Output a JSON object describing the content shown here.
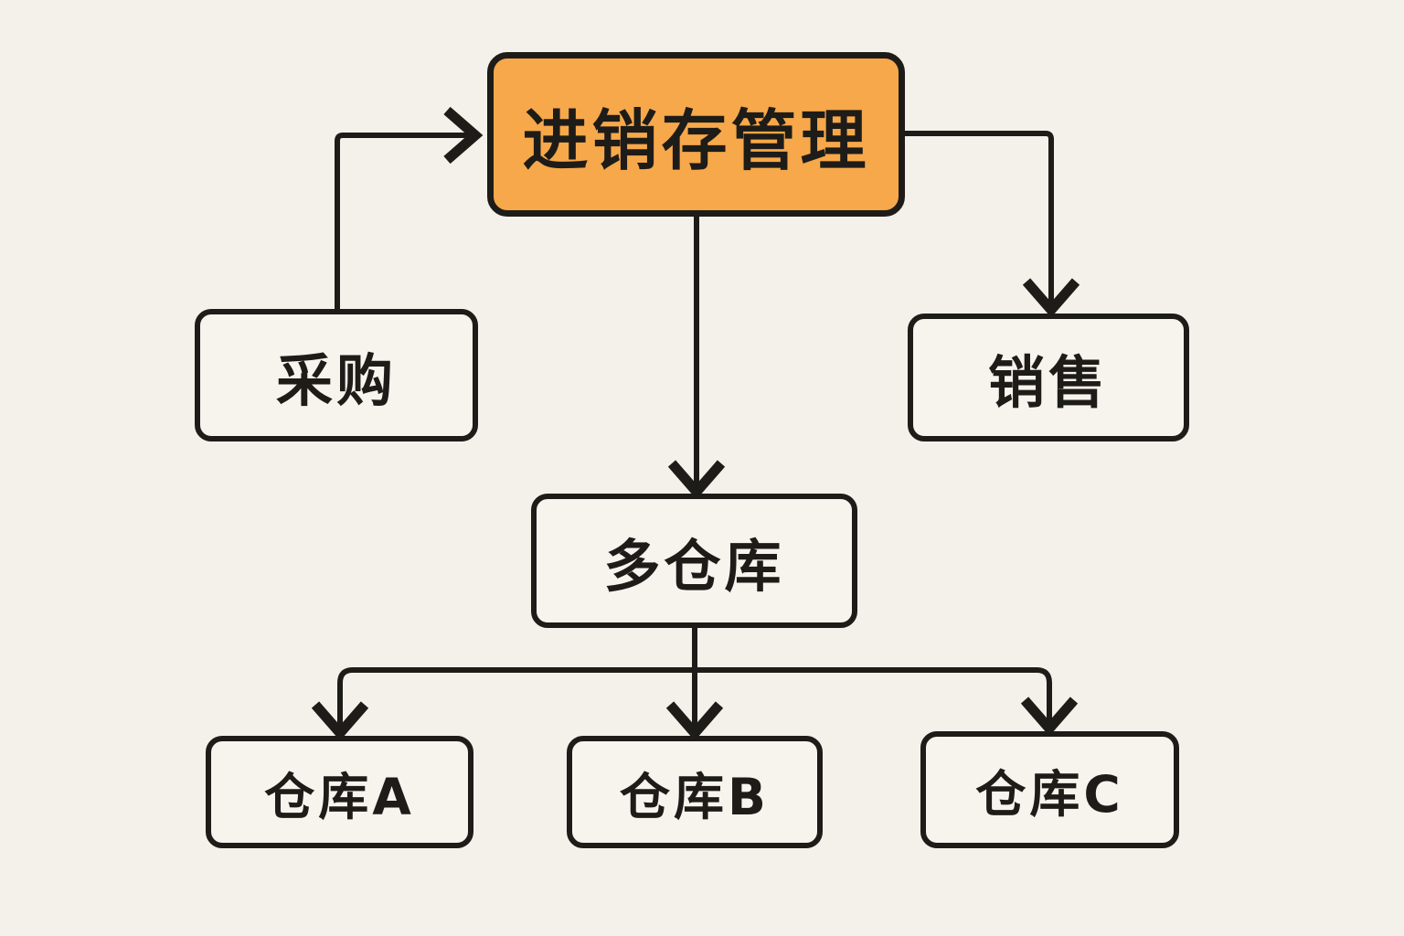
{
  "diagram": {
    "type": "flowchart",
    "nodes": {
      "root": {
        "label": "进销存管理",
        "role": "central-system",
        "fill": "#F7A84A"
      },
      "purchase": {
        "label": "采购",
        "fill": "#F7F4EE"
      },
      "sales": {
        "label": "销售",
        "fill": "#F7F4EE"
      },
      "multi_warehouse": {
        "label": "多仓库",
        "fill": "#F7F4EE"
      },
      "warehouse_a": {
        "label": "仓库A",
        "fill": "#F7F4EE"
      },
      "warehouse_b": {
        "label": "仓库B",
        "fill": "#F7F4EE"
      },
      "warehouse_c": {
        "label": "仓库C",
        "fill": "#F7F4EE"
      }
    },
    "edges": [
      {
        "from": "purchase",
        "to": "root",
        "style": "arrow"
      },
      {
        "from": "root",
        "to": "sales",
        "style": "arrow"
      },
      {
        "from": "root",
        "to": "multi_warehouse",
        "style": "arrow"
      },
      {
        "from": "multi_warehouse",
        "to": "warehouse_a",
        "style": "arrow"
      },
      {
        "from": "multi_warehouse",
        "to": "warehouse_b",
        "style": "arrow"
      },
      {
        "from": "multi_warehouse",
        "to": "warehouse_c",
        "style": "arrow"
      }
    ],
    "colors": {
      "background": "#F4F1EB",
      "node_fill": "#F7F4EE",
      "root_fill": "#F7A84A",
      "stroke": "#1E1C18",
      "text": "#1E1C18"
    }
  }
}
